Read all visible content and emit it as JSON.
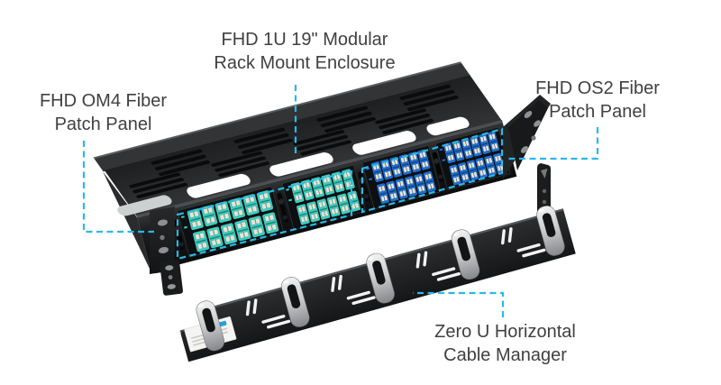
{
  "page": {
    "background": "#ffffff"
  },
  "colors": {
    "callout": "#29b9ea",
    "label_text": "#404040",
    "om4_port": "#3bcfc1",
    "os2_port": "#1d6fd3",
    "connector_cap": "#eae4d4",
    "chassis_black": "#1b1d1e",
    "clip_silver": "#c6c8ca"
  },
  "callouts": {
    "enclosure": {
      "line1": "FHD 1U 19\" Modular",
      "line2": "Rack Mount Enclosure"
    },
    "om4_panel": {
      "line1": "FHD OM4 Fiber",
      "line2": "Patch Panel"
    },
    "os2_panel": {
      "line1": "FHD OS2 Fiber",
      "line2": "Patch Panel"
    },
    "cable_manager": {
      "line1": "Zero U Horizontal",
      "line2": "Cable Manager"
    }
  }
}
